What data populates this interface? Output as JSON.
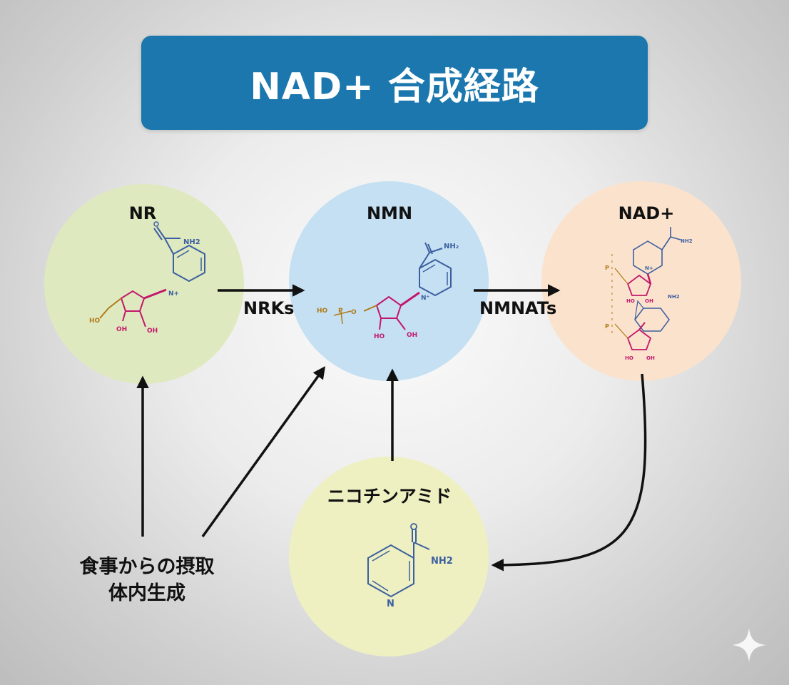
{
  "title": "NAD+ 合成経路",
  "nodes": {
    "nr": {
      "label": "NR",
      "fill": "#dfe9bf"
    },
    "nmn": {
      "label": "NMN",
      "fill": "#c5e0f3"
    },
    "nad": {
      "label": "NAD+",
      "fill": "#fbe2cc"
    },
    "nicotinamide": {
      "label": "ニコチンアミド",
      "fill": "#eef0c1"
    }
  },
  "edges": {
    "nrks": "NRKs",
    "nmnats": "NMNATs"
  },
  "source": {
    "line1": "食事からの摂取",
    "line2": "体内生成"
  },
  "structure_labels": {
    "nr_amide": "NH2",
    "nr_nplus": "N+",
    "nr_ho": "HO",
    "nr_oh1": "OH",
    "nr_oh2": "OH",
    "nmn_amide": "NH₂",
    "nmn_nplus": "N⁺",
    "nmn_ho": "HO",
    "nmn_p": "P",
    "nmn_o": "O",
    "nmn_ho2": "HO",
    "nmn_oh": "OH",
    "nad_amide": "NH2",
    "nad_nplus": "N+",
    "nad_nh2": "NH2",
    "nad_ho1": "HO",
    "nad_oh1": "OH",
    "nad_ho2": "HO",
    "nad_oh2": "OH",
    "nad_p1": "P",
    "nad_p2": "P",
    "nam_amide": "NH2",
    "nam_n": "N"
  },
  "colors": {
    "banner": "#1b77ad",
    "arrow": "#111111",
    "structure_blue": "#3b5fa0",
    "sugar_magenta": "#c2186b",
    "phosphate_gold": "#b07a18"
  }
}
